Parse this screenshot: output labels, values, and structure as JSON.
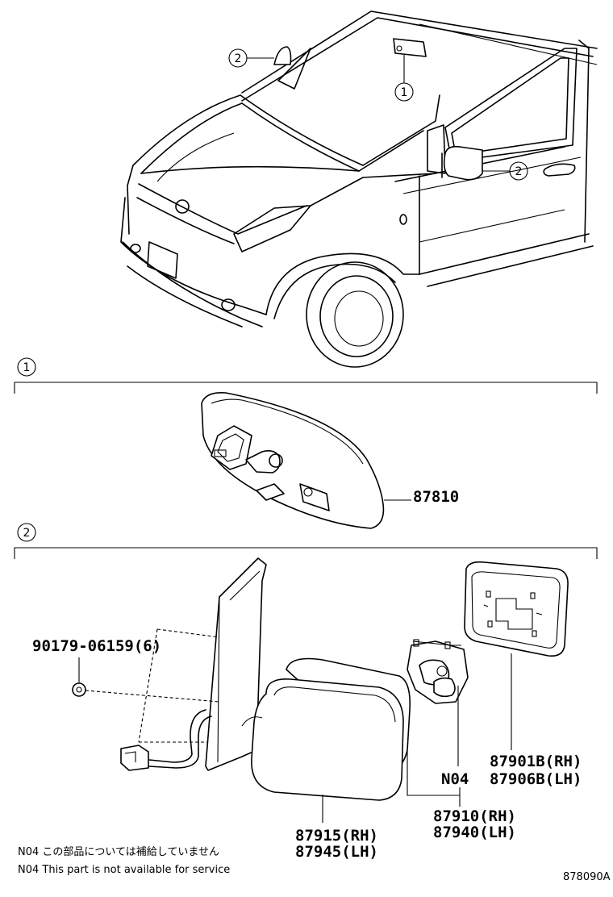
{
  "callouts": {
    "c1": "1",
    "c2": "2"
  },
  "section_markers": {
    "s1": "1",
    "s2": "2"
  },
  "parts": {
    "p87810": "87810",
    "p90179": "90179-06159(6)",
    "p87901B": "87901B(RH)",
    "p87906B": "87906B(LH)",
    "pN04": "N04",
    "p87910": "87910(RH)",
    "p87940": "87940(LH)",
    "p87915": "87915(RH)",
    "p87945": "87945(LH)"
  },
  "notes": {
    "jp": "N04 この部品については補給していません",
    "en": "N04 This part is not available for service"
  },
  "figure_code": "878090A"
}
